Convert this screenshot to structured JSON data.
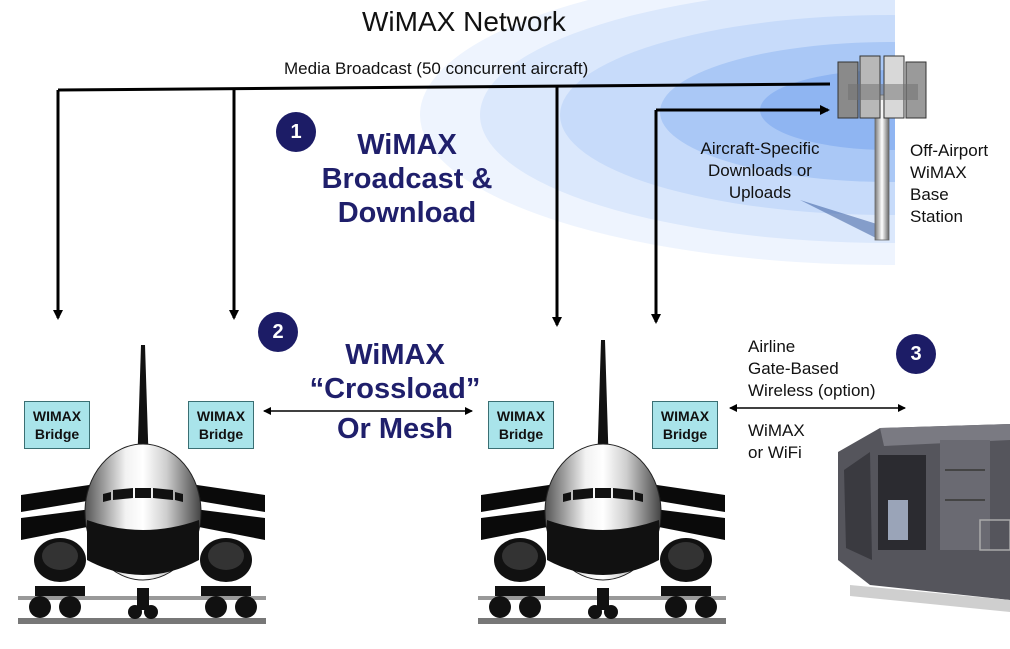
{
  "title": "WiMAX Network",
  "broadcast_label": "Media Broadcast (50 concurrent aircraft)",
  "steps": [
    {
      "number": "1",
      "lines": [
        "WiMAX",
        "Broadcast &",
        "Download"
      ]
    },
    {
      "number": "2",
      "lines": [
        "WiMAX",
        "“Crossload”",
        "Or Mesh"
      ]
    },
    {
      "number": "3"
    }
  ],
  "aircraft_specific": [
    "Aircraft-Specific",
    "Downloads or",
    "Uploads"
  ],
  "base_station": [
    "Off-Airport",
    "WiMAX",
    "Base",
    "Station"
  ],
  "gate": [
    "Airline",
    "Gate-Based",
    "Wireless (option)"
  ],
  "gate_link": [
    "WiMAX",
    "or WiFi"
  ],
  "bridge": {
    "line1": "WIMAX",
    "line2": "Bridge"
  },
  "colors": {
    "navy": "#1c1c66",
    "bridge": "#a9e4ea",
    "coverage": "#cfe3fb"
  },
  "icons": [
    "airplane-icon",
    "cell-tower-icon",
    "jet-bridge-icon"
  ]
}
